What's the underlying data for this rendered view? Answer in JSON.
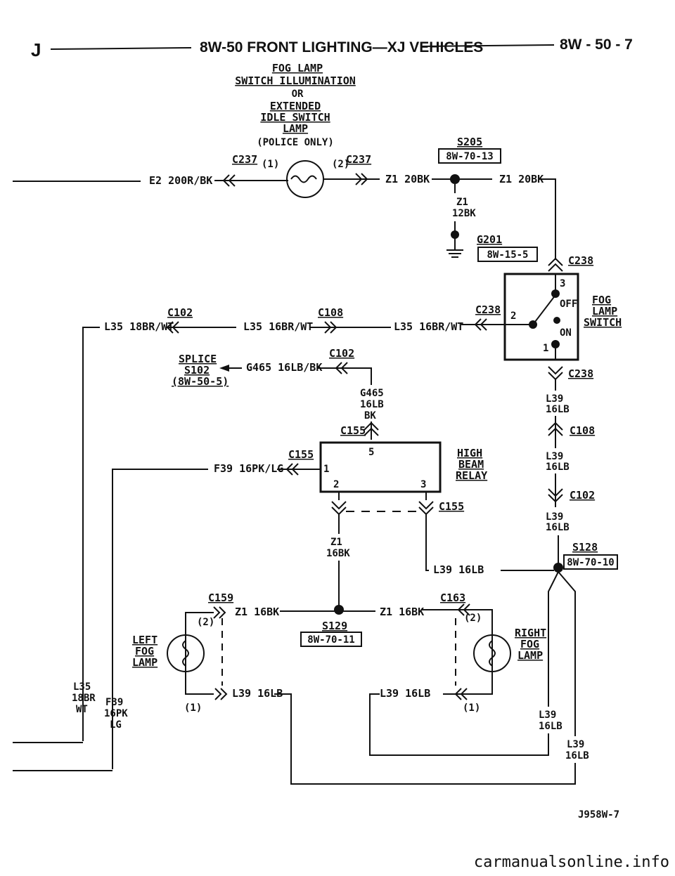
{
  "header": {
    "left_letter": "J",
    "title": "8W-50 FRONT LIGHTING—XJ VEHICLES",
    "page_ref": "8W - 50 - 7"
  },
  "fog_switch_illum": {
    "lines": [
      "FOG LAMP",
      "SWITCH ILLUMINATION",
      "OR",
      "EXTENDED",
      "IDLE SWITCH",
      "LAMP",
      "(POLICE ONLY)"
    ]
  },
  "wires": {
    "e2": "E2 200R/BK",
    "z1_20bk_a": "Z1 20BK",
    "z1_20bk_b": "Z1 20BK",
    "z1_12bk": [
      "Z1",
      "12BK"
    ],
    "l35_a": "L35 18BR/WT",
    "l35_b": "L35 16BR/WT",
    "l35_c": "L35 16BR/WT",
    "g465": "G465 16LB/BK",
    "g465_v": [
      "G465",
      "16LB",
      "BK"
    ],
    "f39": "F39 16PK/LG",
    "l39_a": [
      "L39",
      "16LB"
    ],
    "l39_b": [
      "L39",
      "16LB"
    ],
    "l39_c": [
      "L39",
      "16LB"
    ],
    "z1_16bk_v": [
      "Z1",
      "16BK"
    ],
    "l39_horiz": "L39 16LB",
    "z1_16bk_l": "Z1 16BK",
    "z1_16bk_r": "Z1 16BK",
    "l39_left_lamp": "L39 16LB",
    "l39_right_lamp": "L39 16LB",
    "l35_bottom": [
      "L35",
      "18BR",
      "WT"
    ],
    "f39_bottom": [
      "F39",
      "16PK",
      "LG"
    ],
    "l39_bot1": [
      "L39",
      "16LB"
    ],
    "l39_bot2": [
      "L39",
      "16LB"
    ]
  },
  "connectors": {
    "c237_left": "C237",
    "c237_left_pin": "(1)",
    "c237_right": "C237",
    "c237_right_pin": "(2)",
    "c238_top": "C238",
    "c238_mid": "C238",
    "c238_bot": "C238",
    "c102_left": "C102",
    "c108_mid": "C108",
    "c102_splice": "C102",
    "c155_top": "C155",
    "c155_left": "C155",
    "c155_right": "C155",
    "c108_right": "C108",
    "c102_right": "C102",
    "c159": "C159",
    "c163": "C163",
    "pin2_left": "(2)",
    "pin1_left": "(1)",
    "pin2_right": "(2)",
    "pin1_right": "(1)"
  },
  "splices": {
    "s205": "S205",
    "s205_ref": "8W-70-13",
    "g201": "G201",
    "g201_ref": "8W-15-5",
    "splice_lines": [
      "SPLICE",
      "S102",
      "(8W-50-5)"
    ],
    "s128": "S128",
    "s128_ref": "8W-70-10",
    "s129": "S129",
    "s129_ref": "8W-70-11"
  },
  "components": {
    "fog_switch": [
      "FOG",
      "LAMP",
      "SWITCH"
    ],
    "switch_off": "OFF",
    "switch_on": "ON",
    "switch_pins": [
      "3",
      "2",
      "1"
    ],
    "relay": [
      "HIGH",
      "BEAM",
      "RELAY"
    ],
    "relay_pins": [
      "5",
      "1",
      "2",
      "3"
    ],
    "left_fog": [
      "LEFT",
      "FOG",
      "LAMP"
    ],
    "right_fog": [
      "RIGHT",
      "FOG",
      "LAMP"
    ]
  },
  "figure_id": "J958W-7",
  "watermark": "carmanualsonline.info"
}
